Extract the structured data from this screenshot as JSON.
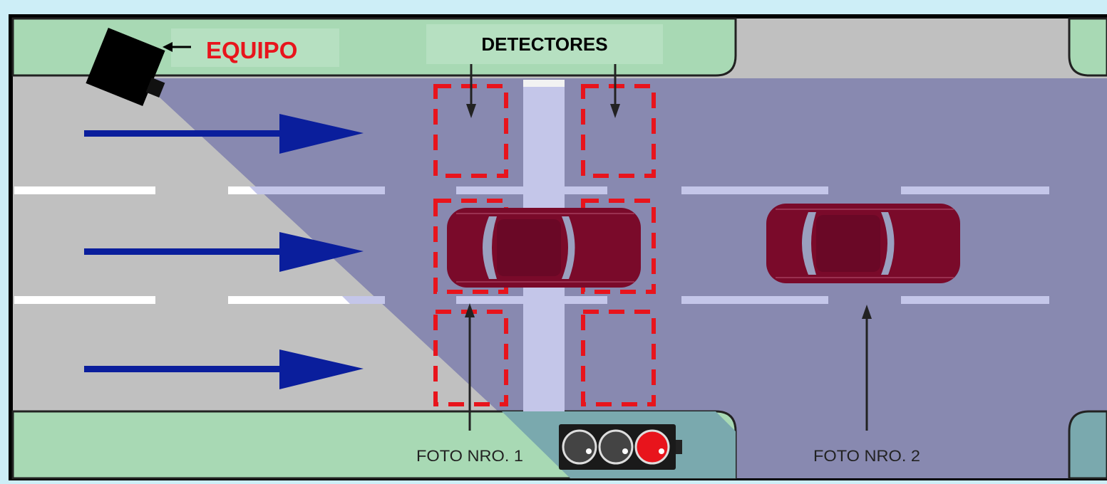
{
  "labels": {
    "equipo": "EQUIPO",
    "detectores": "DETECTORES",
    "foto1": "FOTO NRO. 1",
    "foto2": "FOTO NRO. 2"
  },
  "colors": {
    "frame": "#cdeef7",
    "sidewalk": "#a8d9b4",
    "road": "#c0c0c0",
    "camera_zone": "#8889b0",
    "stop_line": "#c4c6e9",
    "detector": "#e8141c",
    "car": "#7a0a2a",
    "arrow": "#0a1e9c",
    "equipo_label": "#e8141c",
    "traffic_light_red": "#e8141c"
  },
  "traffic_light": {
    "lamps": [
      "off",
      "off",
      "red"
    ]
  },
  "icons": {
    "camera": "camera-icon",
    "traffic_light": "traffic-light-icon",
    "car": "car-icon",
    "arrow": "arrow-right-icon"
  }
}
